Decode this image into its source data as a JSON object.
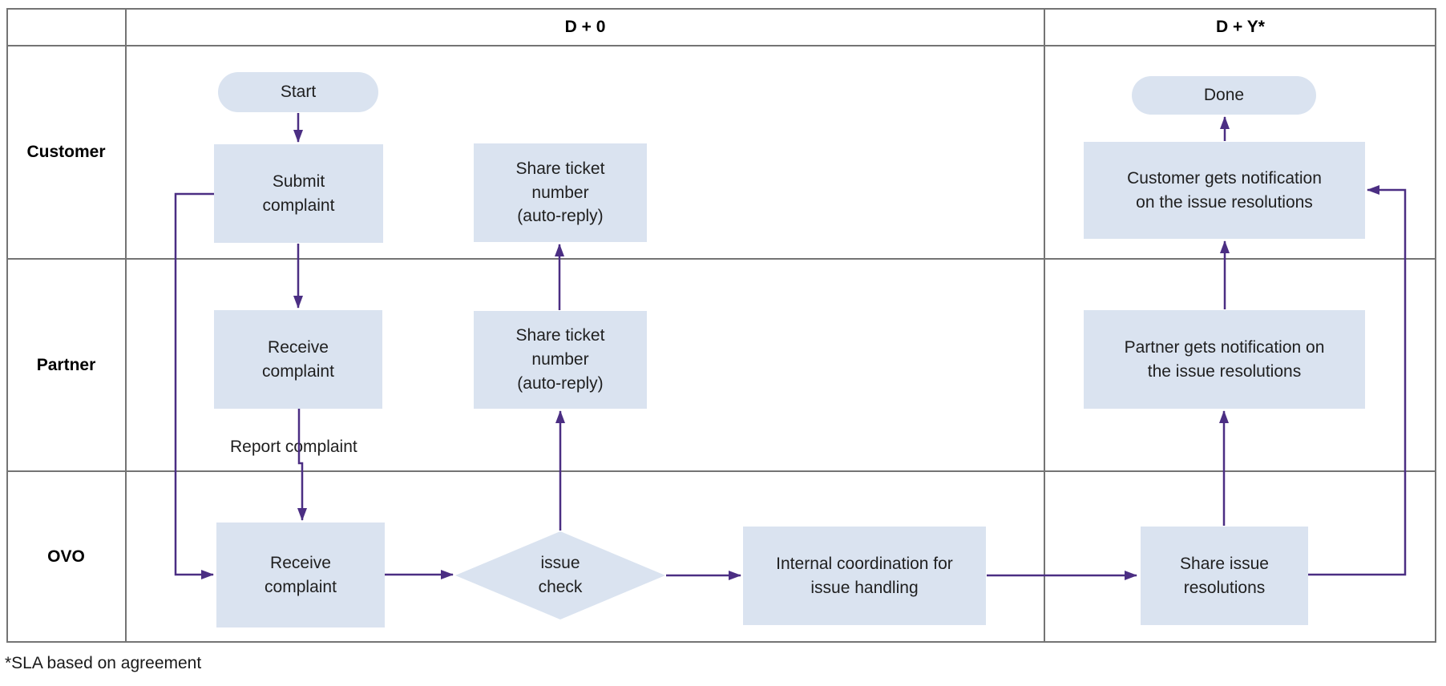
{
  "columns": [
    {
      "label": "D + 0"
    },
    {
      "label": "D + Y*"
    }
  ],
  "lanes": [
    {
      "label": "Customer"
    },
    {
      "label": "Partner"
    },
    {
      "label": "OVO"
    }
  ],
  "nodes": {
    "start": {
      "label": "Start",
      "shape": "terminator",
      "lane": "Customer",
      "column": "D + 0"
    },
    "submit_complaint": {
      "label": "Submit\ncomplaint",
      "shape": "process",
      "lane": "Customer",
      "column": "D + 0"
    },
    "share_ticket_customer": {
      "label": "Share ticket\nnumber\n(auto-reply)",
      "shape": "process",
      "lane": "Customer",
      "column": "D + 0"
    },
    "done": {
      "label": "Done",
      "shape": "terminator",
      "lane": "Customer",
      "column": "D + Y*"
    },
    "customer_notification": {
      "label": "Customer gets notification\non the issue resolutions",
      "shape": "process",
      "lane": "Customer",
      "column": "D + Y*"
    },
    "receive_complaint_partner": {
      "label": "Receive\ncomplaint",
      "shape": "process",
      "lane": "Partner",
      "column": "D + 0"
    },
    "share_ticket_partner": {
      "label": "Share ticket\nnumber\n(auto-reply)",
      "shape": "process",
      "lane": "Partner",
      "column": "D + 0"
    },
    "partner_notification": {
      "label": "Partner gets notification on\nthe issue resolutions",
      "shape": "process",
      "lane": "Partner",
      "column": "D + Y*"
    },
    "receive_complaint_ovo": {
      "label": "Receive\ncomplaint",
      "shape": "process",
      "lane": "OVO",
      "column": "D + 0"
    },
    "issue_check": {
      "label": "issue\ncheck",
      "shape": "decision",
      "lane": "OVO",
      "column": "D + 0"
    },
    "internal_coordination": {
      "label": "Internal coordination for\nissue handling",
      "shape": "process",
      "lane": "OVO",
      "column": "D + 0"
    },
    "share_issue_resolutions": {
      "label": "Share issue\nresolutions",
      "shape": "process",
      "lane": "OVO",
      "column": "D + Y*"
    }
  },
  "edge_labels": {
    "report_complaint": "Report complaint"
  },
  "edges": [
    {
      "from": "start",
      "to": "submit_complaint"
    },
    {
      "from": "submit_complaint",
      "to": "receive_complaint_partner"
    },
    {
      "from": "submit_complaint",
      "to": "receive_complaint_ovo"
    },
    {
      "from": "receive_complaint_partner",
      "to": "receive_complaint_ovo",
      "label": "Report complaint"
    },
    {
      "from": "receive_complaint_ovo",
      "to": "issue_check"
    },
    {
      "from": "issue_check",
      "to": "share_ticket_partner"
    },
    {
      "from": "issue_check",
      "to": "internal_coordination"
    },
    {
      "from": "share_ticket_partner",
      "to": "share_ticket_customer"
    },
    {
      "from": "internal_coordination",
      "to": "share_issue_resolutions"
    },
    {
      "from": "share_issue_resolutions",
      "to": "partner_notification"
    },
    {
      "from": "share_issue_resolutions",
      "to": "customer_notification"
    },
    {
      "from": "partner_notification",
      "to": "customer_notification"
    },
    {
      "from": "customer_notification",
      "to": "done"
    }
  ],
  "footnote": "*SLA based on agreement",
  "colors": {
    "node_fill": "#dae3f0",
    "arrow": "#4b2e83",
    "grid": "#747474",
    "text": "#1f1f1f"
  }
}
